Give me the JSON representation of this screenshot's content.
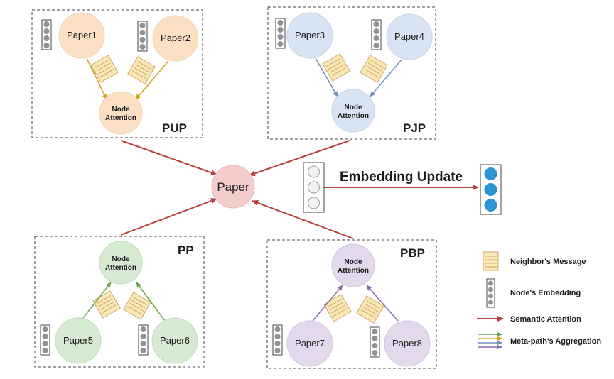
{
  "center": {
    "label": "Paper"
  },
  "node_attention_label": [
    "Node",
    "Attention"
  ],
  "groups": [
    {
      "id": "pup",
      "title": "PUP",
      "papers": [
        "Paper1",
        "Paper2"
      ],
      "color": "#fbe0c4",
      "arrow_color": "#d4a017"
    },
    {
      "id": "pjp",
      "title": "PJP",
      "papers": [
        "Paper3",
        "Paper4"
      ],
      "color": "#d8e4f4",
      "arrow_color": "#6f8fb8"
    },
    {
      "id": "pp",
      "title": "PP",
      "papers": [
        "Paper5",
        "Paper6"
      ],
      "color": "#d6ead2",
      "arrow_color": "#6aa84f"
    },
    {
      "id": "pbp",
      "title": "PBP",
      "papers": [
        "Paper7",
        "Paper8"
      ],
      "color": "#e3d8ec",
      "arrow_color": "#8e6aa8"
    }
  ],
  "embedding_update": {
    "label": "Embedding Update",
    "updated_color": "#2b95d3"
  },
  "legend": {
    "neighbor_message": "Neighbor's Message",
    "node_embedding": "Node's Embedding",
    "semantic_attention": "Semantic Attention",
    "meta_path_aggregation": "Meta-path's  Aggregation"
  },
  "colors": {
    "semantic_arrow": "#b5403d",
    "center_fill": "#f5cccc",
    "message_fill": "#fbe7b6",
    "embedding_dot": "#8e9396"
  }
}
